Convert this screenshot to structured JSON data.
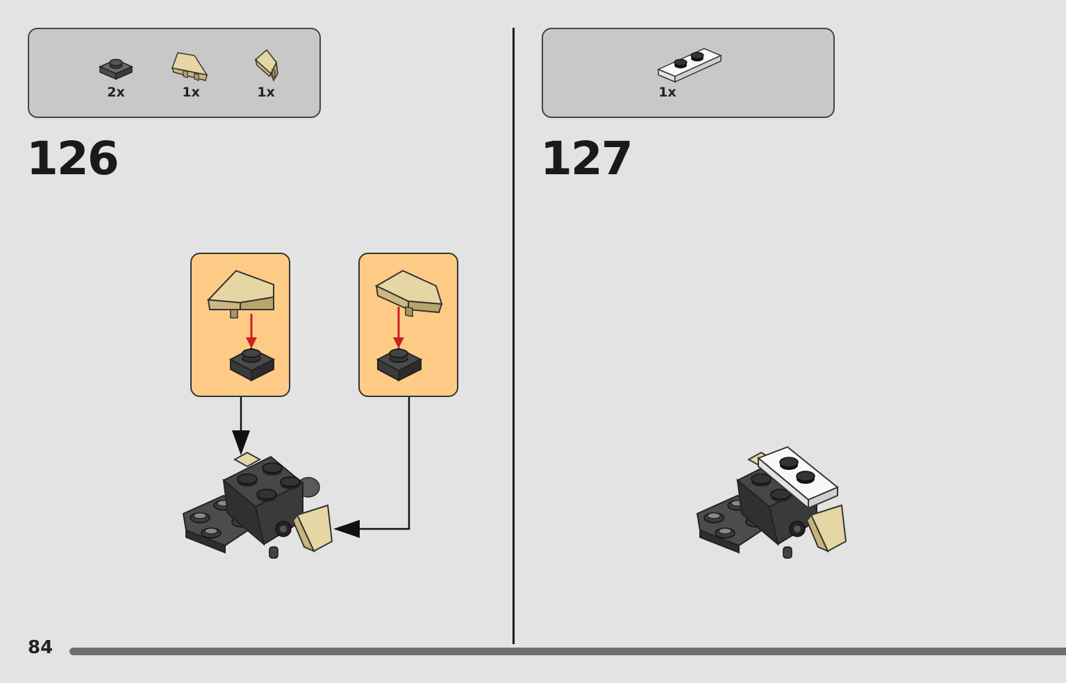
{
  "steps": [
    {
      "number": "126",
      "parts": [
        {
          "name": "plate-1x1-dark-gray",
          "color": "#5a5a5a",
          "qty": "2x"
        },
        {
          "name": "wedge-tan-left",
          "color": "#d8c48e",
          "qty": "1x"
        },
        {
          "name": "wedge-tan-right",
          "color": "#d8c48e",
          "qty": "1x"
        }
      ],
      "callout_color": "#fecb86",
      "arrow_color": "#cc1f1f"
    },
    {
      "number": "127",
      "parts": [
        {
          "name": "plate-1x2-white",
          "color": "#ffffff",
          "qty": "1x"
        }
      ]
    }
  ],
  "footer": {
    "page_number": "84",
    "progress": 1.0
  }
}
